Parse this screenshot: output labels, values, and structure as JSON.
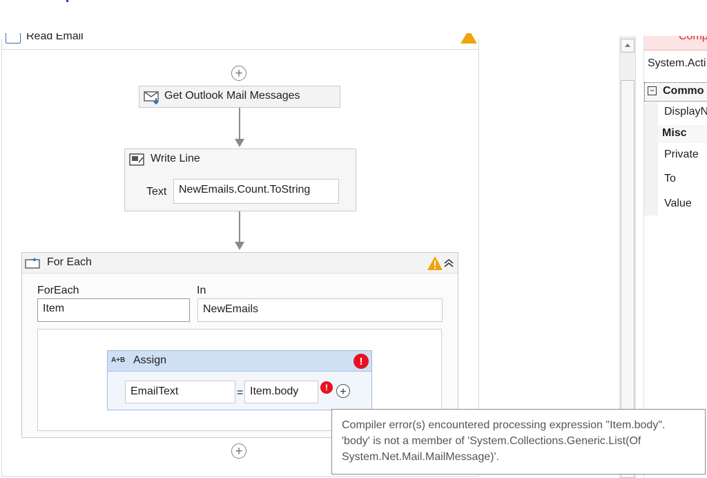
{
  "sequence": {
    "title": "Read Email"
  },
  "get_outlook": {
    "title": "Get Outlook Mail Messages"
  },
  "write_line": {
    "title": "Write Line",
    "text_label": "Text",
    "text_value": "NewEmails.Count.ToString"
  },
  "for_each": {
    "title": "For Each",
    "foreach_label": "ForEach",
    "in_label": "In",
    "item_value": "Item",
    "in_value": "NewEmails"
  },
  "assign": {
    "title": "Assign",
    "icon_text": "A+B",
    "to_value": "EmailText",
    "equals": "=",
    "value": "Item.body"
  },
  "tooltip": {
    "line1": "Compiler error(s) encountered processing expression \"Item.body\".",
    "line2": "'body' is not a member of 'System.Collections.Generic.List(Of",
    "line3": "System.Net.Mail.MailMessage)'."
  },
  "properties": {
    "header_partial": "Comp",
    "type_name": "System.Acti",
    "common_category": "Commo",
    "display_name": "DisplayN",
    "misc_category": "Misc",
    "private": "Private",
    "to": "To",
    "value": "Value"
  },
  "colors": {
    "error": "#e81123",
    "warning": "#f0a30a",
    "assign_header": "#cfe0f5"
  }
}
